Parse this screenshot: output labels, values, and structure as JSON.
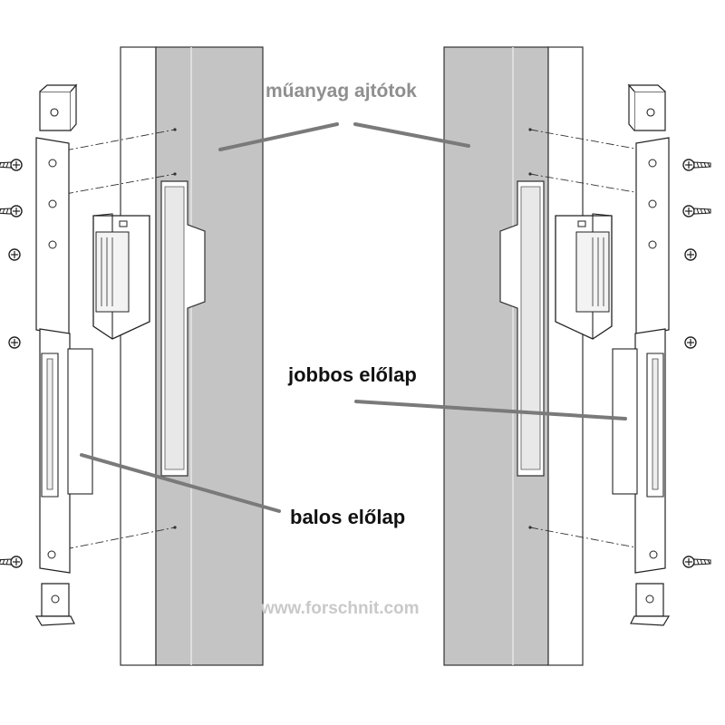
{
  "labels": {
    "doors": "műanyag ajtótok",
    "right_faceplate": "jobbos előlap",
    "left_faceplate": "balos előlap",
    "watermark": "www.forschnit.com"
  },
  "colors": {
    "frame_face": "#c4c4c4",
    "frame_edge": "#ffffff",
    "outline": "#333333",
    "leader": "#7a7a7a"
  }
}
